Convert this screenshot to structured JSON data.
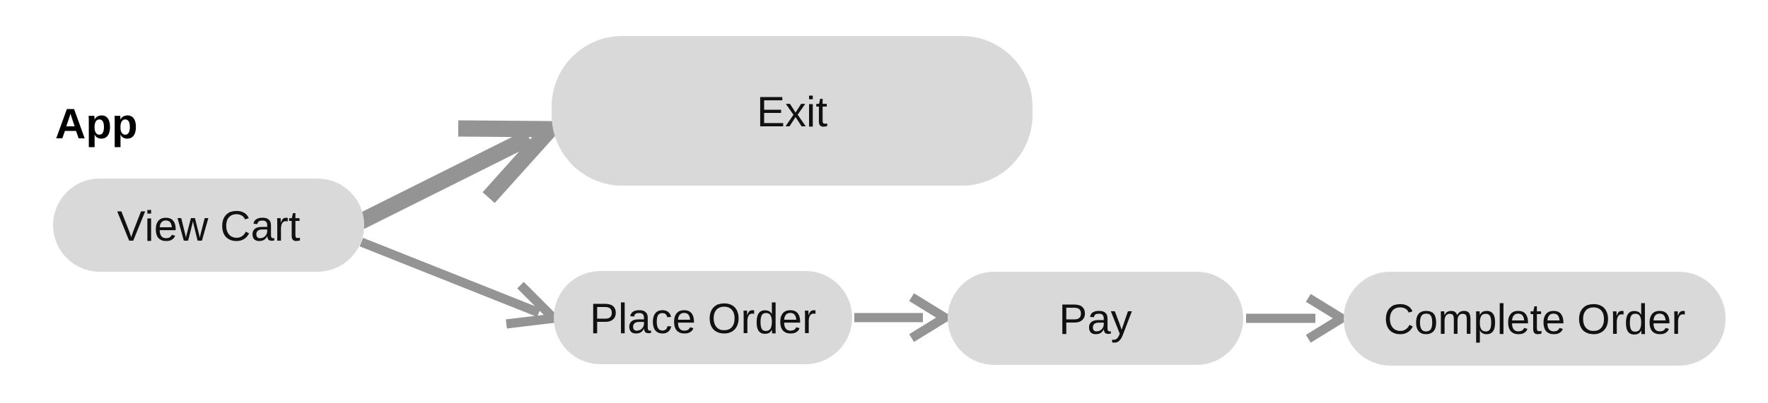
{
  "diagram": {
    "type": "flowchart",
    "cluster_label": "App",
    "nodes": [
      {
        "id": "view-cart",
        "label": "View Cart",
        "shape": "stadium"
      },
      {
        "id": "exit",
        "label": "Exit",
        "shape": "stadium"
      },
      {
        "id": "place-order",
        "label": "Place Order",
        "shape": "stadium"
      },
      {
        "id": "pay",
        "label": "Pay",
        "shape": "stadium"
      },
      {
        "id": "complete-order",
        "label": "Complete Order",
        "shape": "stadium"
      }
    ],
    "edges": [
      {
        "from": "View Cart",
        "to": "Exit",
        "style": "thick"
      },
      {
        "from": "View Cart",
        "to": "Place Order",
        "style": "normal"
      },
      {
        "from": "Place Order",
        "to": "Pay",
        "style": "normal"
      },
      {
        "from": "Pay",
        "to": "Complete Order",
        "style": "normal"
      }
    ],
    "colors": {
      "background": "#ffffff",
      "node_fill": "#d9d9d9",
      "node_text": "#111111",
      "label_text": "#000000",
      "arrow": "#949494"
    }
  }
}
